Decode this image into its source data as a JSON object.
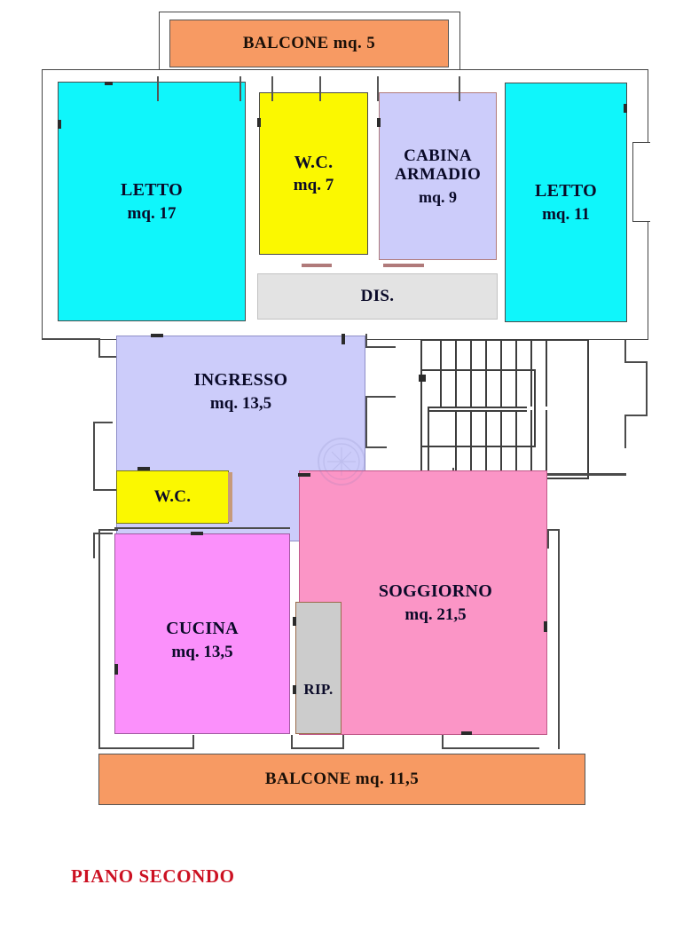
{
  "document": {
    "type": "floor-plan",
    "floor_title": "PIANO SECONDO",
    "floor_title_color": "#cc1122",
    "background_color": "#ffffff",
    "wall_color": "#3b3b3b"
  },
  "balconies": [
    {
      "id": "balcone-top",
      "label": "BALCONE",
      "area": "mq. 5",
      "text": "BALCONE  mq. 5",
      "color": "#f79a63"
    },
    {
      "id": "balcone-bottom",
      "label": "BALCONE",
      "area": "mq. 11,5",
      "text": "BALCONE   mq. 11,5",
      "color": "#f79a63"
    }
  ],
  "rooms": [
    {
      "id": "letto-1",
      "name": "LETTO",
      "area": "mq. 17",
      "color": "#0ff6fb"
    },
    {
      "id": "wc-1",
      "name": "W.C.",
      "area": "mq. 7",
      "color": "#fbf800"
    },
    {
      "id": "cabina-armadio",
      "name": "CABINA ARMADIO",
      "name_line1": "CABINA",
      "name_line2": "ARMADIO",
      "area": "mq. 9",
      "color": "#ccccfa"
    },
    {
      "id": "letto-2",
      "name": "LETTO",
      "area": "mq. 11",
      "color": "#0ff6fb"
    },
    {
      "id": "disimpegno",
      "name": "DIS.",
      "area": "",
      "color": "#e3e3e3"
    },
    {
      "id": "ingresso",
      "name": "INGRESSO",
      "area": "mq. 13,5",
      "color": "#ccccfa"
    },
    {
      "id": "wc-2",
      "name": "W.C.",
      "area": "",
      "color": "#fbf800"
    },
    {
      "id": "cucina",
      "name": "CUCINA",
      "area": "mq. 13,5",
      "color": "#fb90fb"
    },
    {
      "id": "soggiorno",
      "name": "SOGGIORNO",
      "area": "mq. 21,5",
      "color": "#fb95c6"
    },
    {
      "id": "ripostiglio",
      "name": "RIP.",
      "area": "",
      "color": "#cccccc"
    }
  ],
  "features": {
    "staircase_label": "staircase",
    "staircase_steps": 13,
    "watermark_label": "watermark-logo"
  }
}
